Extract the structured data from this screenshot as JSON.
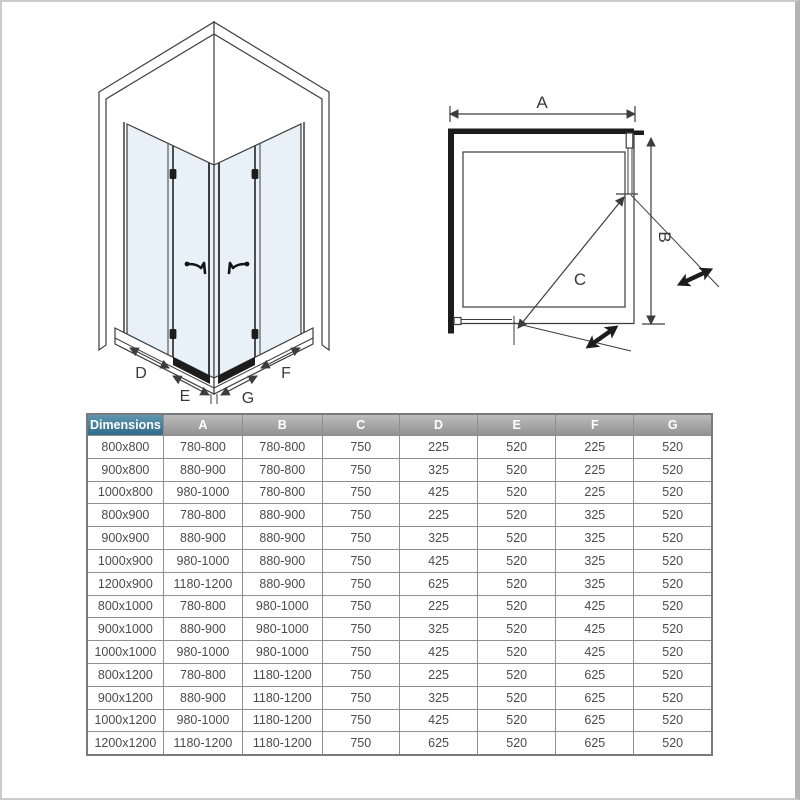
{
  "colors": {
    "line": "#3d3d3d",
    "glass": "#e7f1f7",
    "wall_fill": "#1c1c1c",
    "table_border": "#8f8f8f",
    "header_gray_top": "#bcbcbc",
    "header_gray_bottom": "#929292",
    "accent_top": "#5f95ad",
    "accent_bottom": "#2f6c8b",
    "text": "#4b4b4b",
    "frame": "#cccccc",
    "frame_right": "#b3b3b3"
  },
  "diagram_iso": {
    "description": "isometric view of corner-entry shower enclosure with two bi-fold doors",
    "labels": {
      "d": "D",
      "e": "E",
      "f": "F",
      "g": "G"
    }
  },
  "diagram_plan": {
    "description": "top view of enclosure with walls, tray and door swing",
    "labels": {
      "a": "A",
      "b": "B",
      "c": "C"
    }
  },
  "table": {
    "headers": [
      "Dimensions",
      "A",
      "B",
      "C",
      "D",
      "E",
      "F",
      "G"
    ],
    "rows": [
      [
        "800x800",
        "780-800",
        "780-800",
        "750",
        "225",
        "520",
        "225",
        "520"
      ],
      [
        "900x800",
        "880-900",
        "780-800",
        "750",
        "325",
        "520",
        "225",
        "520"
      ],
      [
        "1000x800",
        "980-1000",
        "780-800",
        "750",
        "425",
        "520",
        "225",
        "520"
      ],
      [
        "800x900",
        "780-800",
        "880-900",
        "750",
        "225",
        "520",
        "325",
        "520"
      ],
      [
        "900x900",
        "880-900",
        "880-900",
        "750",
        "325",
        "520",
        "325",
        "520"
      ],
      [
        "1000x900",
        "980-1000",
        "880-900",
        "750",
        "425",
        "520",
        "325",
        "520"
      ],
      [
        "1200x900",
        "1180-1200",
        "880-900",
        "750",
        "625",
        "520",
        "325",
        "520"
      ],
      [
        "800x1000",
        "780-800",
        "980-1000",
        "750",
        "225",
        "520",
        "425",
        "520"
      ],
      [
        "900x1000",
        "880-900",
        "980-1000",
        "750",
        "325",
        "520",
        "425",
        "520"
      ],
      [
        "1000x1000",
        "980-1000",
        "980-1000",
        "750",
        "425",
        "520",
        "425",
        "520"
      ],
      [
        "800x1200",
        "780-800",
        "1180-1200",
        "750",
        "225",
        "520",
        "625",
        "520"
      ],
      [
        "900x1200",
        "880-900",
        "1180-1200",
        "750",
        "325",
        "520",
        "625",
        "520"
      ],
      [
        "1000x1200",
        "980-1000",
        "1180-1200",
        "750",
        "425",
        "520",
        "625",
        "520"
      ],
      [
        "1200x1200",
        "1180-1200",
        "1180-1200",
        "750",
        "625",
        "520",
        "625",
        "520"
      ]
    ]
  }
}
